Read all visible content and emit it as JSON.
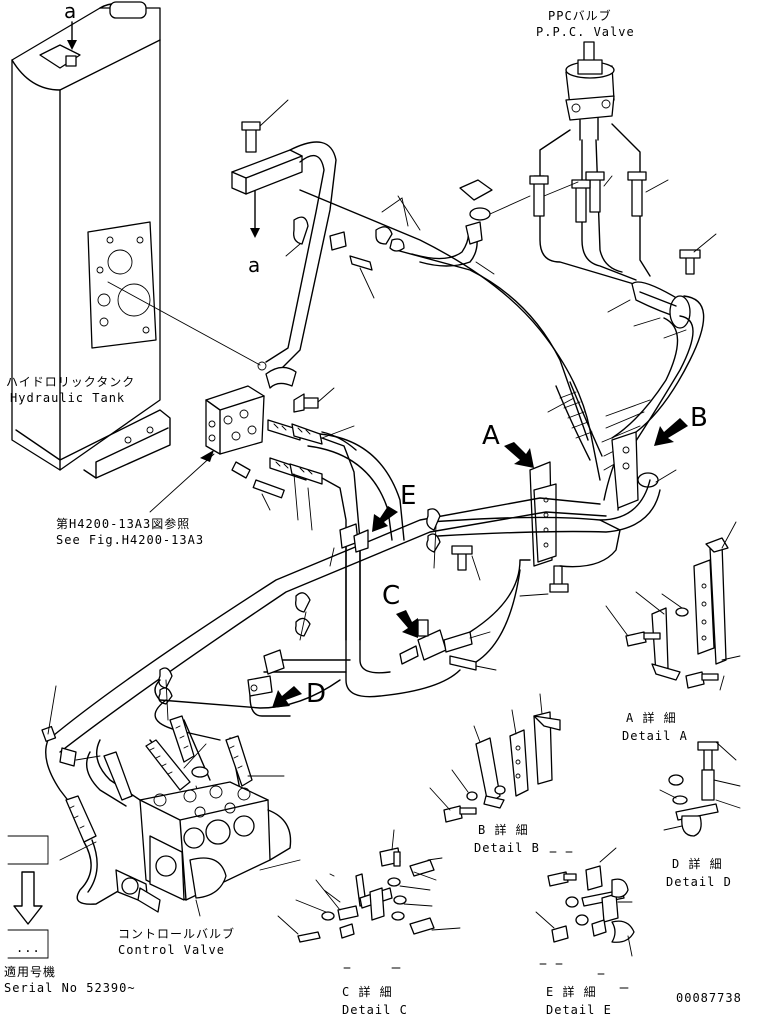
{
  "labels": {
    "ppc_jp": "PPCバルブ",
    "ppc_en": "P.P.C. Valve",
    "tank_jp": "ハイドロリックタンク",
    "tank_en": "Hydraulic Tank",
    "ref_jp": "第H4200-13A3図参照",
    "ref_en": "See Fig.H4200-13A3",
    "cv_jp": "コントロールバルブ",
    "cv_en": "Control Valve",
    "serial_jp": "適用号機",
    "serial_en": "Serial No 52390~",
    "detail_a_jp": "A 詳 細",
    "detail_a_en": "Detail A",
    "detail_b_jp": "B 詳 細",
    "detail_b_en": "Detail B",
    "detail_c_jp": "C 詳 細",
    "detail_c_en": "Detail C",
    "detail_d_jp": "D 詳 細",
    "detail_d_en": "Detail D",
    "detail_e_jp": "E 詳 細",
    "detail_e_en": "Detail E",
    "drawing_no": "00087738",
    "view_a": "a",
    "view_a2": "a",
    "arrow_A": "A",
    "arrow_B": "B",
    "arrow_C": "C",
    "arrow_D": "D",
    "arrow_E": "E",
    "serial_box": "..."
  }
}
